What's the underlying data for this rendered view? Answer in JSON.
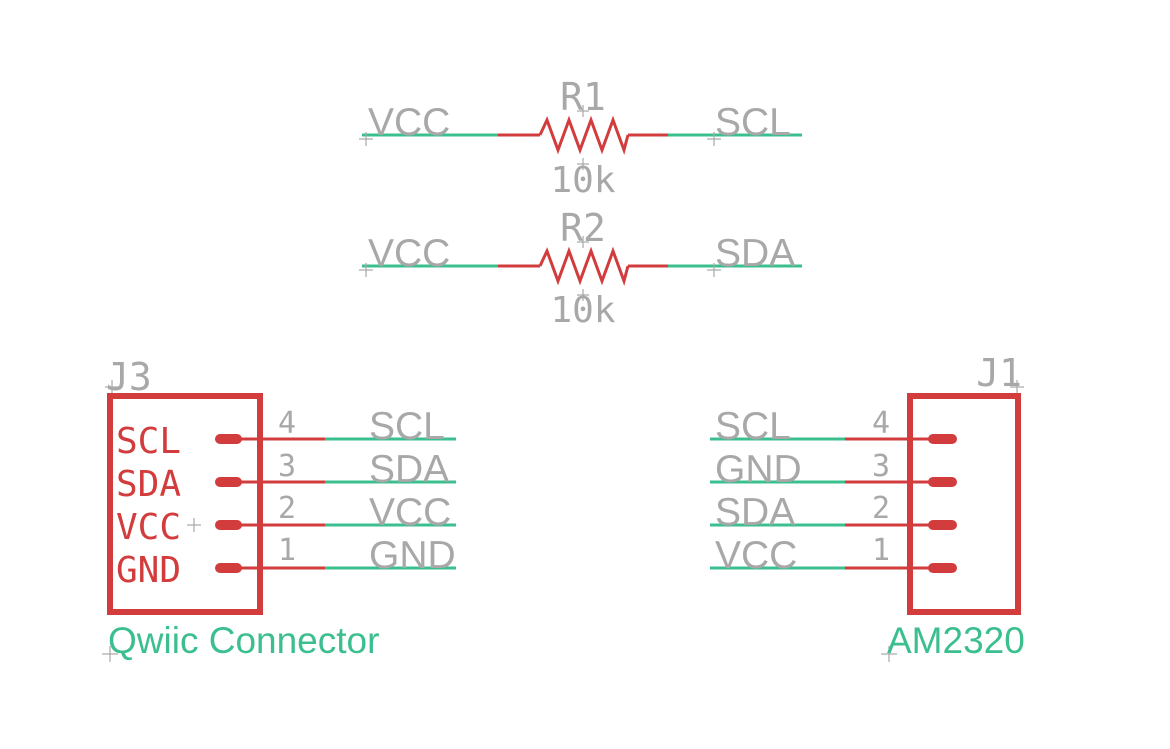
{
  "colors": {
    "wire": "#3bbf8f",
    "symbol": "#d23c3c",
    "label": "#a8a8a8"
  },
  "r1": {
    "ref": "R1",
    "value": "10k",
    "left_net": "VCC",
    "right_net": "SCL"
  },
  "r2": {
    "ref": "R2",
    "value": "10k",
    "left_net": "VCC",
    "right_net": "SDA"
  },
  "j3": {
    "ref": "J3",
    "name": "Qwiic Connector",
    "pins": [
      {
        "num": "4",
        "name": "SCL",
        "net": "SCL"
      },
      {
        "num": "3",
        "name": "SDA",
        "net": "SDA"
      },
      {
        "num": "2",
        "name": "VCC",
        "net": "VCC"
      },
      {
        "num": "1",
        "name": "GND",
        "net": "GND"
      }
    ]
  },
  "j1": {
    "ref": "J1",
    "name": "AM2320",
    "pins": [
      {
        "num": "4",
        "net": "SCL"
      },
      {
        "num": "3",
        "net": "GND"
      },
      {
        "num": "2",
        "net": "SDA"
      },
      {
        "num": "1",
        "net": "VCC"
      }
    ]
  }
}
